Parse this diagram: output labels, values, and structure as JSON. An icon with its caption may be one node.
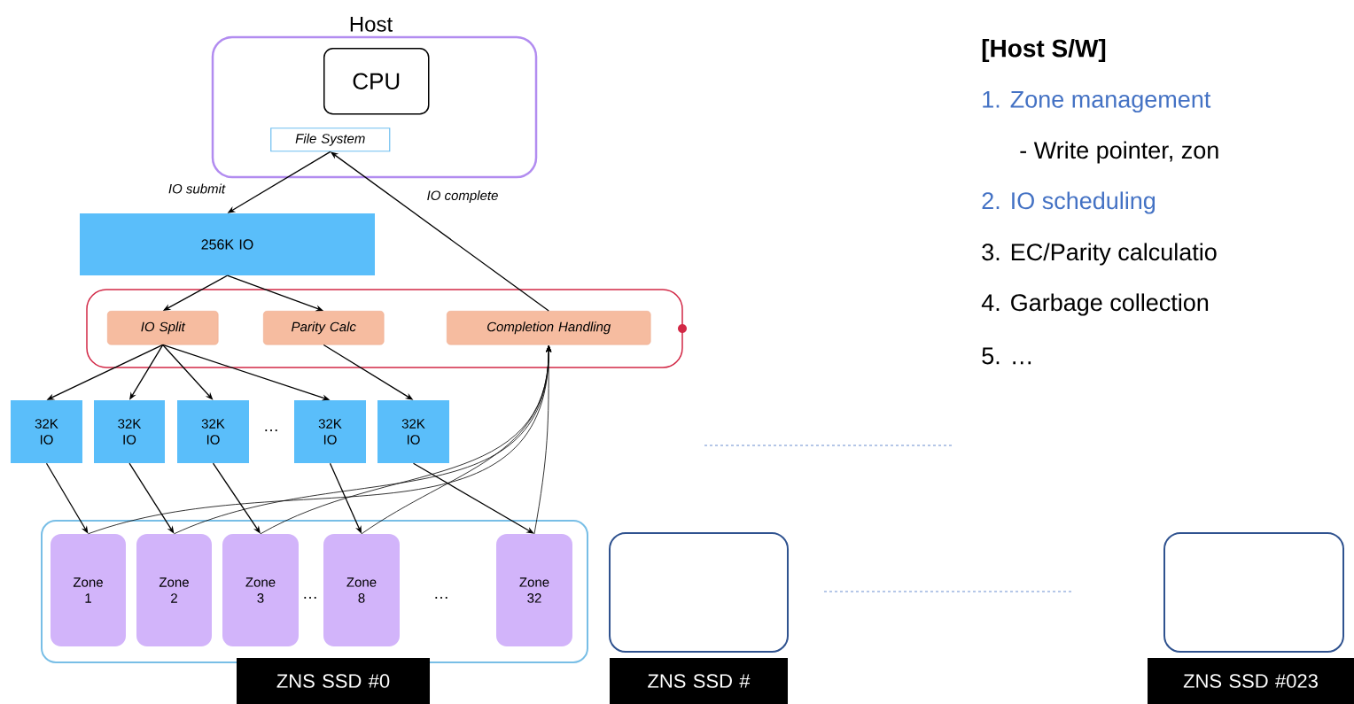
{
  "diagram": {
    "nodes": [
      {
        "text": [
          "Host"
        ]
      },
      {
        "text": [
          "CPU"
        ],
        "in": 0
      },
      {
        "text": [
          "File System"
        ],
        "in": 0
      },
      {
        "text": [
          "256K IO"
        ]
      },
      {
        "text": [],
        "shape": "box"
      },
      {
        "text": [
          "IO Split"
        ],
        "in": 4
      },
      {
        "text": [
          "Parity Calc"
        ],
        "in": 4
      },
      {
        "text": [
          "Completion Handling"
        ],
        "in": 4
      },
      {
        "text": [
          "32K IO"
        ]
      },
      {
        "text": [
          "32K IO"
        ]
      },
      {
        "text": [
          "32K IO"
        ]
      },
      {
        "text": [
          "32K IO"
        ]
      },
      {
        "text": [
          "32K IO"
        ]
      },
      {
        "text": [],
        "shape": "box"
      },
      {
        "text": [
          "Zone 1"
        ],
        "in": 13
      },
      {
        "text": [
          "Zone 2"
        ],
        "in": 13
      },
      {
        "text": [
          "Zone 3"
        ],
        "in": 13
      },
      {
        "text": [
          "Zone 8"
        ],
        "in": 13
      },
      {
        "text": [
          "Zone 32"
        ],
        "in": 13
      },
      {
        "text": [
          "ZNS SSD #0"
        ]
      },
      {
        "text": [],
        "shape": "box"
      },
      {
        "text": [
          "ZNS SSD #"
        ]
      },
      {
        "text": [],
        "shape": "box"
      },
      {
        "text": [
          "ZNS SSD #023"
        ]
      }
    ],
    "edges": [
      {
        "from": 2,
        "to": 3,
        "arrow": "to",
        "label": "IO submit"
      },
      {
        "from": 7,
        "to": 2,
        "arrow": "to",
        "label": "IO complete"
      },
      {
        "from": 3,
        "to": 5,
        "arrow": "to"
      },
      {
        "from": 3,
        "to": 6,
        "arrow": "to"
      },
      {
        "from": 5,
        "to": 8,
        "arrow": "to"
      },
      {
        "from": 5,
        "to": 9,
        "arrow": "to"
      },
      {
        "from": 5,
        "to": 10,
        "arrow": "to"
      },
      {
        "from": 5,
        "to": 11,
        "arrow": "to"
      },
      {
        "from": 6,
        "to": 12,
        "arrow": "to"
      },
      {
        "from": 8,
        "to": 14,
        "arrow": "to"
      },
      {
        "from": 9,
        "to": 15,
        "arrow": "to"
      },
      {
        "from": 10,
        "to": 16,
        "arrow": "to"
      },
      {
        "from": 11,
        "to": 17,
        "arrow": "to"
      },
      {
        "from": 12,
        "to": 18,
        "arrow": "to"
      },
      {
        "from": 14,
        "to": 7,
        "arrow": "to"
      },
      {
        "from": 15,
        "to": 7,
        "arrow": "to"
      },
      {
        "from": 16,
        "to": 7,
        "arrow": "to"
      },
      {
        "from": 17,
        "to": 7,
        "arrow": "to"
      },
      {
        "from": 18,
        "to": 7,
        "arrow": "to"
      }
    ],
    "labels": [
      "…",
      "…",
      "…",
      "[Host S/W]",
      "1. Zone management",
      "- Write pointer, zon",
      "2. IO scheduling",
      "3. EC/Parity calculatio",
      "4. Garbage collection",
      "5.  …"
    ]
  }
}
